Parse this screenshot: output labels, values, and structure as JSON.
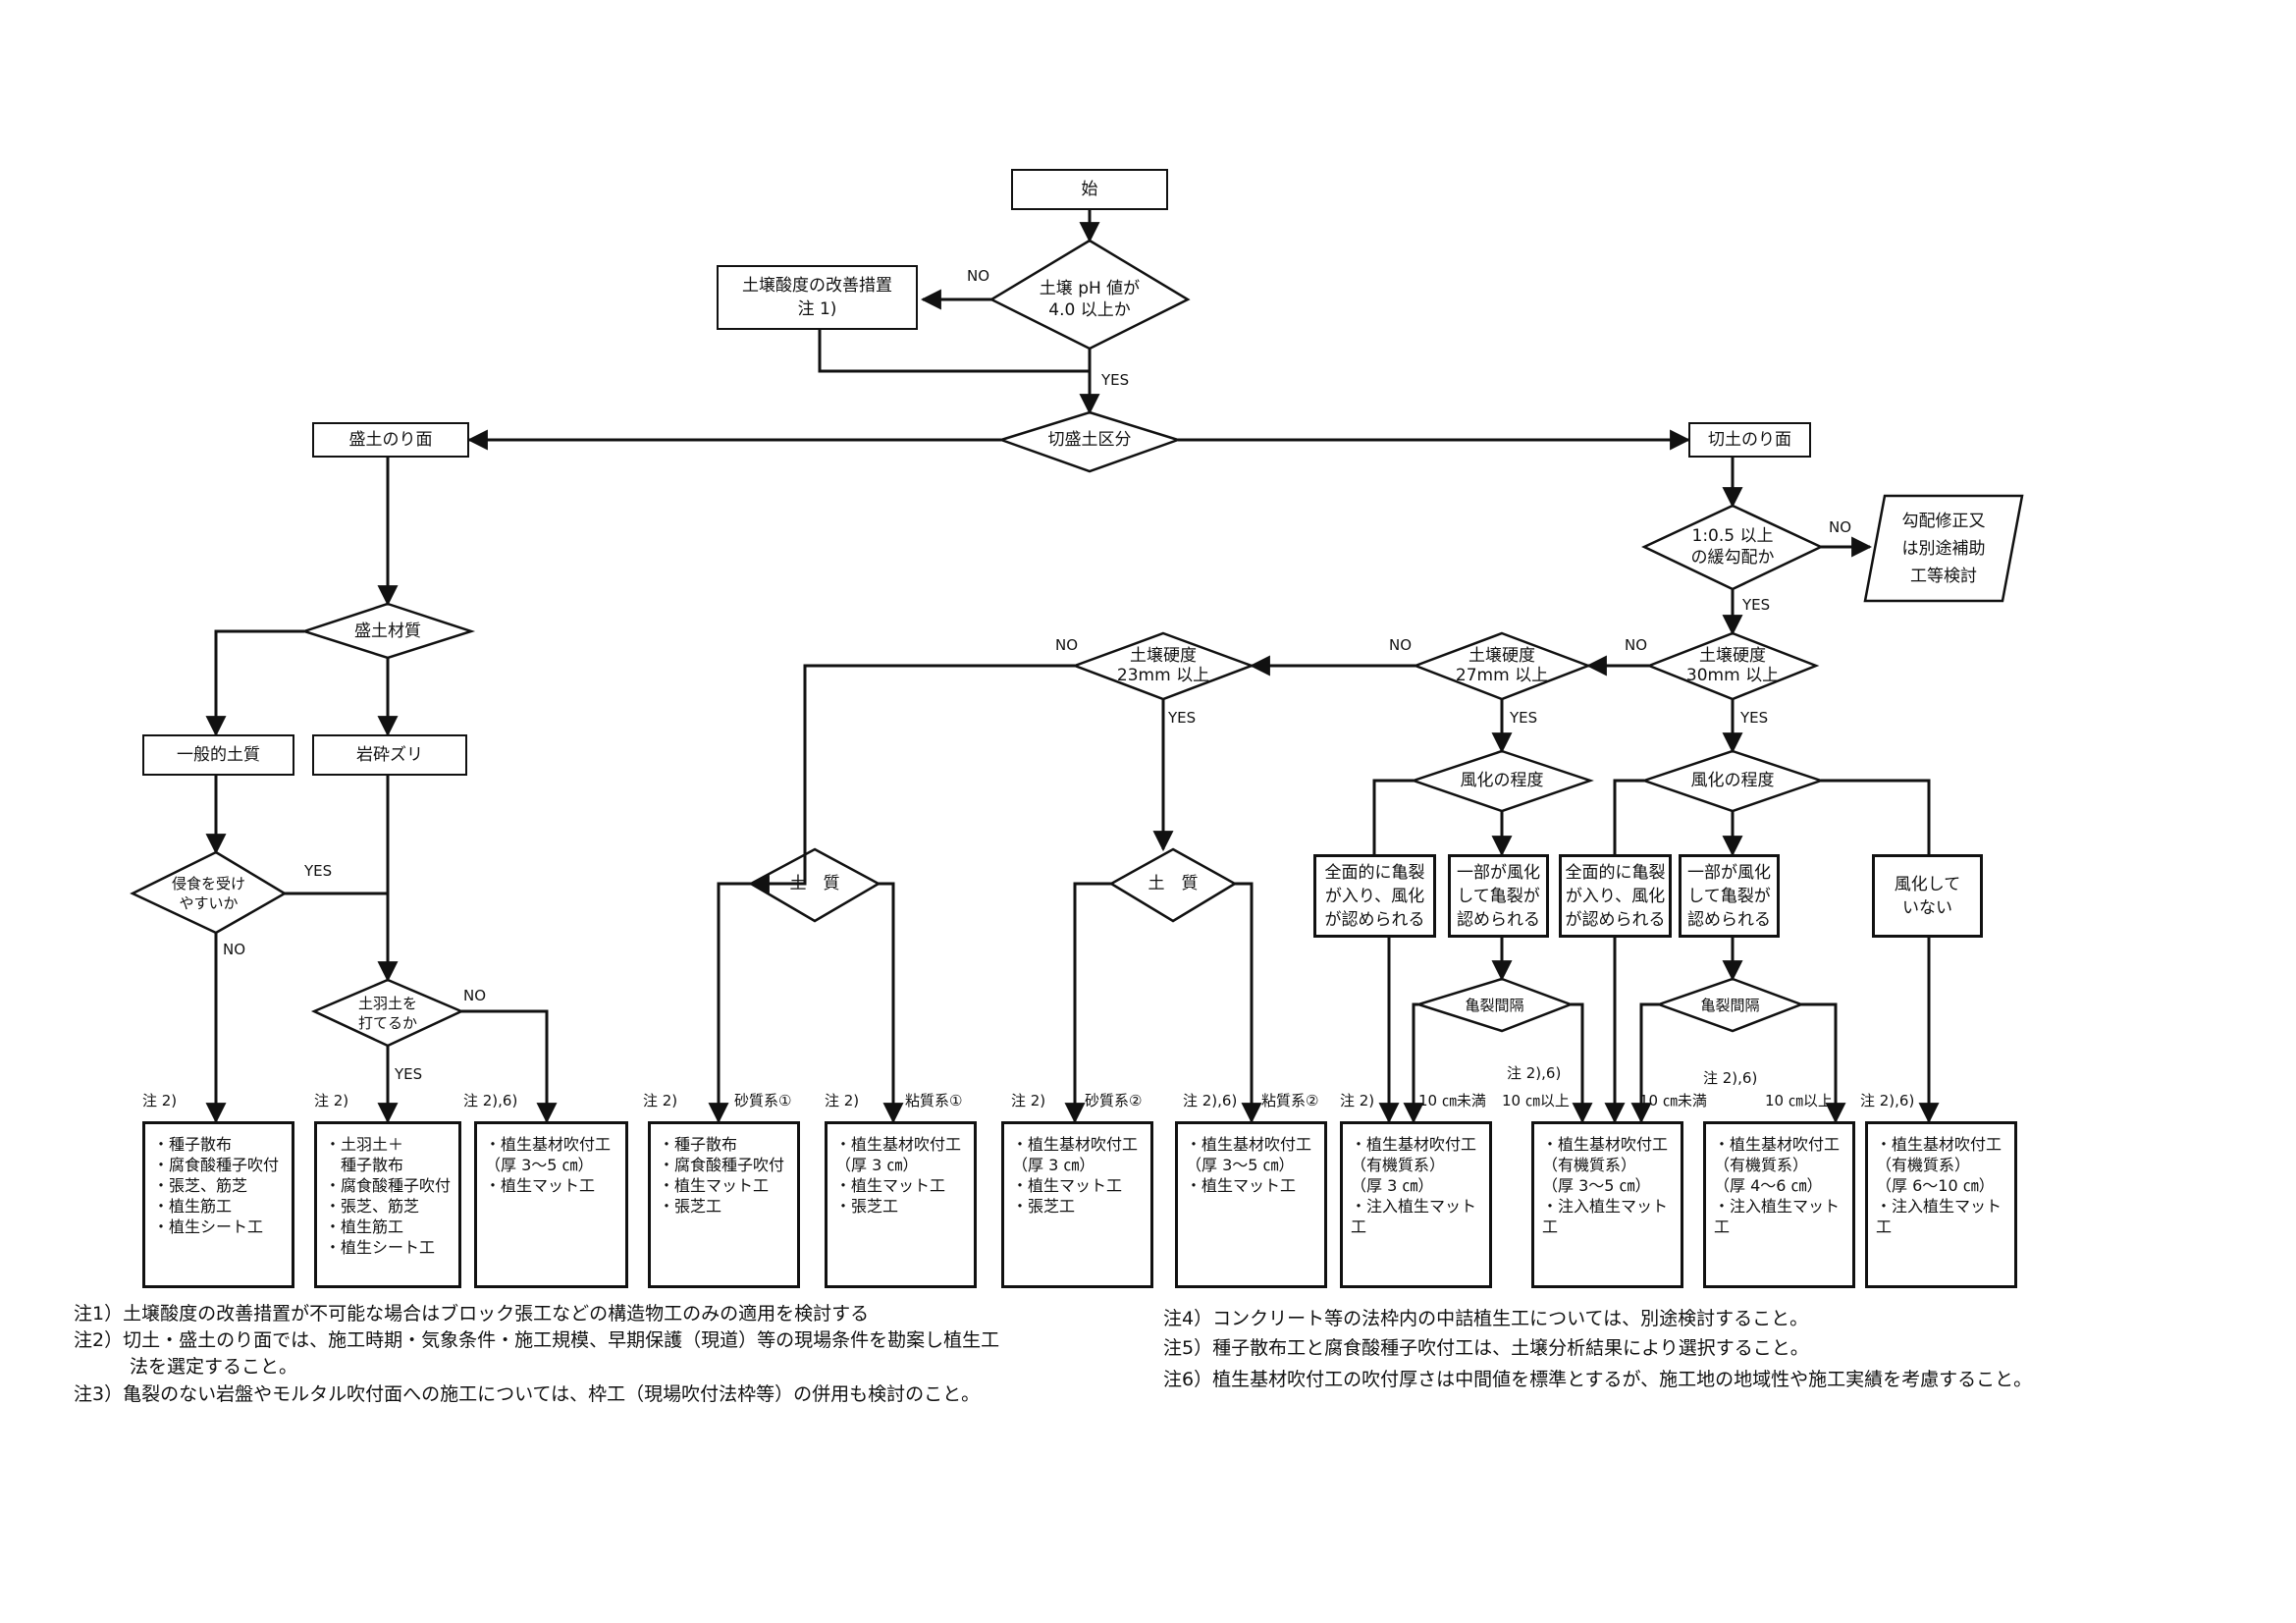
{
  "nodes": {
    "start": "始",
    "ph_question": "土壌 pH 値が\n4.0 以上か",
    "acidity": "土壌酸度の改善措置\n注 1)",
    "cutfill": "切盛土区分",
    "fill_slope": "盛土のり面",
    "cut_slope": "切土のり面",
    "gradient_question": "1:0.5 以上\nの緩勾配か",
    "gradient_fix": "勾配修正又\nは別途補助\n工等検討",
    "fill_material": "盛土材質",
    "general_soil": "一般的土質",
    "rock_debris": "岩砕ズリ",
    "erosion_question": "侵食を受け\nやすいか",
    "topsoil_question": "土羽土を\n打てるか",
    "hard23": "土壌硬度\n23mm 以上",
    "hard27": "土壌硬度\n27mm 以上",
    "hard30": "土壌硬度\n30mm 以上",
    "soil_a": "土　質",
    "soil_b": "土　質",
    "weather_a": "風化の程度",
    "weather_b": "風化の程度",
    "full_crack_a": "全面的に亀裂\nが入り、風化\nが認められる",
    "part_crack_a": "一部が風化\nして亀裂が\n認められる",
    "full_crack_b": "全面的に亀裂\nが入り、風化\nが認められる",
    "part_crack_b": "一部が風化\nして亀裂が\n認められる",
    "not_weathered": "風化して\nいない",
    "crack_interval_a": "亀裂間隔",
    "crack_interval_b": "亀裂間隔"
  },
  "edge_labels": {
    "ph_no": "NO",
    "ph_yes": "YES",
    "gradient_no": "NO",
    "gradient_yes": "YES",
    "erosion_yes": "YES",
    "erosion_no": "NO",
    "topsoil_no": "NO",
    "topsoil_yes": "YES",
    "hard30_no": "NO",
    "hard30_yes": "YES",
    "hard27_no": "NO",
    "hard27_yes": "YES",
    "hard23_no": "NO",
    "hard23_yes": "YES"
  },
  "leaf_labels": {
    "l1": "注 2)",
    "l2": "注 2)",
    "l3": "注 2),6)",
    "l4": "注 2)",
    "l4b": "砂質系①",
    "l5": "注 2)",
    "l5b": "粘質系①",
    "l6": "注 2)",
    "l6b": "砂質系②",
    "l7": "注 2),6)",
    "l7b": "粘質系②",
    "l8": "注 2)",
    "l8b": "10 ㎝未満",
    "l9a": "注 2),6)",
    "l9b": "10 ㎝以上",
    "l10b": "10 ㎝未満",
    "l11a": "注 2),6)",
    "l11b": "10 ㎝以上",
    "l12": "注 2),6)"
  },
  "leaves": {
    "general": "・種子散布\n・腐食酸種子吹付\n・張芝、筋芝\n・植生筋工\n・植生シート工",
    "topsoil": "・土羽土＋\n　種子散布\n・腐食酸種子吹付\n・張芝、筋芝\n・植生筋工\n・植生シート工",
    "rock": "・植生基材吹付工\n（厚 3～5 ㎝）\n・植生マット工",
    "sandy1": "・種子散布\n・腐食酸種子吹付\n・植生マット工\n・張芝工",
    "clay1": "・植生基材吹付工\n（厚 3 ㎝）\n・植生マット工\n・張芝工",
    "sandy2": "・植生基材吹付工\n（厚 3 ㎝）\n・植生マット工\n・張芝工",
    "clay2": "・植生基材吹付工\n（厚 3～5 ㎝）\n・植生マット工",
    "organic3": "・植生基材吹付工\n（有機質系）\n（厚 3 ㎝）\n・注入植生マット工",
    "organic35": "・植生基材吹付工\n（有機質系）\n（厚 3～5 ㎝）\n・注入植生マット工",
    "organic46": "・植生基材吹付工\n（有機質系）\n（厚 4～6 ㎝）\n・注入植生マット工",
    "organic610": "・植生基材吹付工\n（有機質系）\n（厚 6～10 ㎝）\n・注入植生マット工"
  },
  "notes": {
    "n1": "注1）土壌酸度の改善措置が不可能な場合はブロック張工などの構造物工のみの適用を検討する",
    "n2": "注2）切土・盛土のり面では、施工時期・気象条件・施工規模、早期保護（現道）等の現場条件を勘案し植生工\n　　　法を選定すること。",
    "n3": "注3）亀裂のない岩盤やモルタル吹付面への施工については、枠工（現場吹付法枠等）の併用も検討のこと。",
    "n4": "注4）コンクリート等の法枠内の中詰植生工については、別途検討すること。",
    "n5": "注5）種子散布工と腐食酸種子吹付工は、土壌分析結果により選択すること。",
    "n6": "注6）植生基材吹付工の吹付厚さは中間値を標準とするが、施工地の地域性や施工実績を考慮すること。"
  }
}
